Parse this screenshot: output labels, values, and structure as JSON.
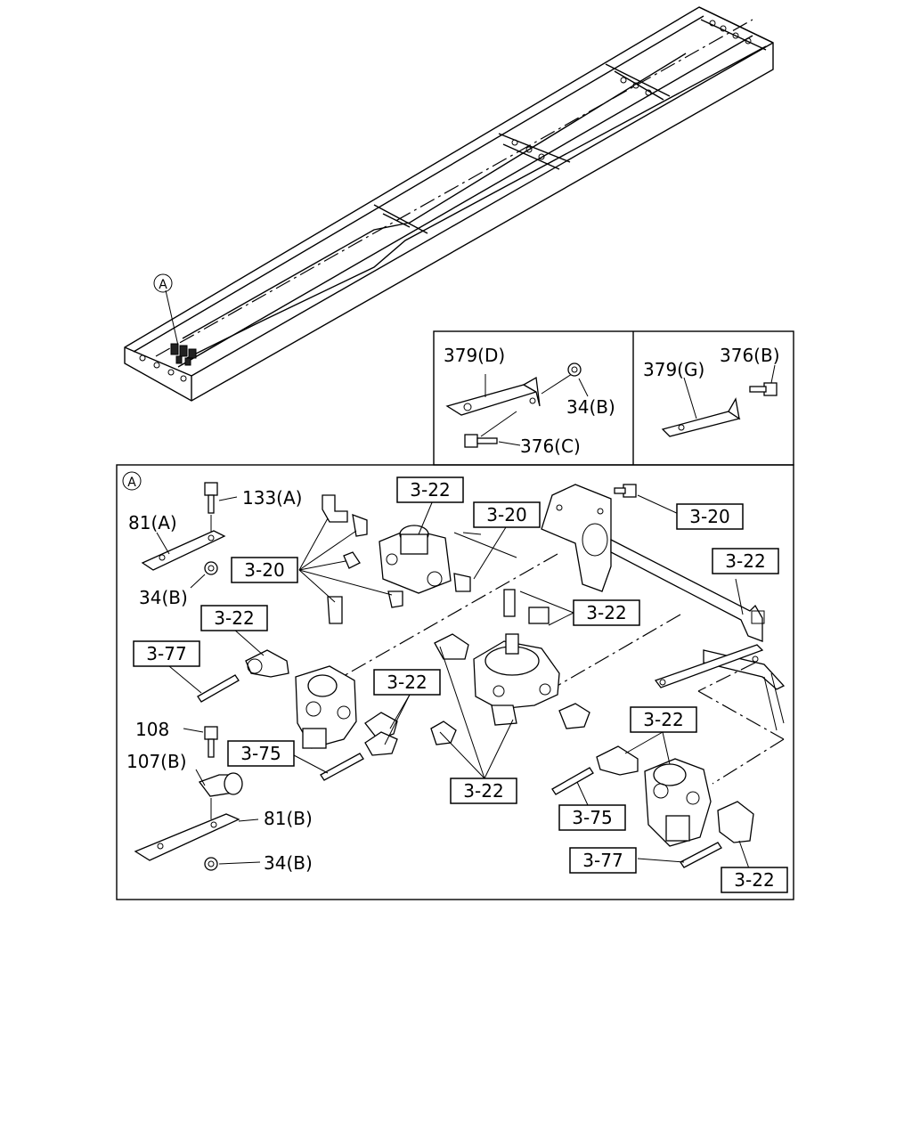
{
  "callouts": {
    "detail_a": "A",
    "frame_a": "A"
  },
  "inset_d": {
    "bracket": "379(D)",
    "nut": "34(B)",
    "bolt": "376(C)"
  },
  "inset_g": {
    "bracket": "379(G)",
    "bolt": "376(B)"
  },
  "labels": {
    "bolt_133a": "133(A)",
    "plate_81a": "81(A)",
    "nut_34b_top": "34(B)",
    "bolt_108": "108",
    "clip_107b": "107(B)",
    "plate_81b": "81(B)",
    "nut_34b_bottom": "34(B)"
  },
  "boxed_refs": {
    "ref_3_22_top": "3-22",
    "ref_3_20_left": "3-20",
    "ref_3_20_center": "3-20",
    "ref_3_20_right": "3-20",
    "ref_3_22_bracket": "3-22",
    "ref_3_22_left": "3-22",
    "ref_3_77_left": "3-77",
    "ref_3_22_center": "3-22",
    "ref_3_22_mid": "3-22",
    "ref_3_75_left": "3-75",
    "ref_3_22_bottom": "3-22",
    "ref_3_22_right": "3-22",
    "ref_3_75_right": "3-75",
    "ref_3_77_right": "3-77",
    "ref_3_22_bottom_right": "3-22"
  }
}
